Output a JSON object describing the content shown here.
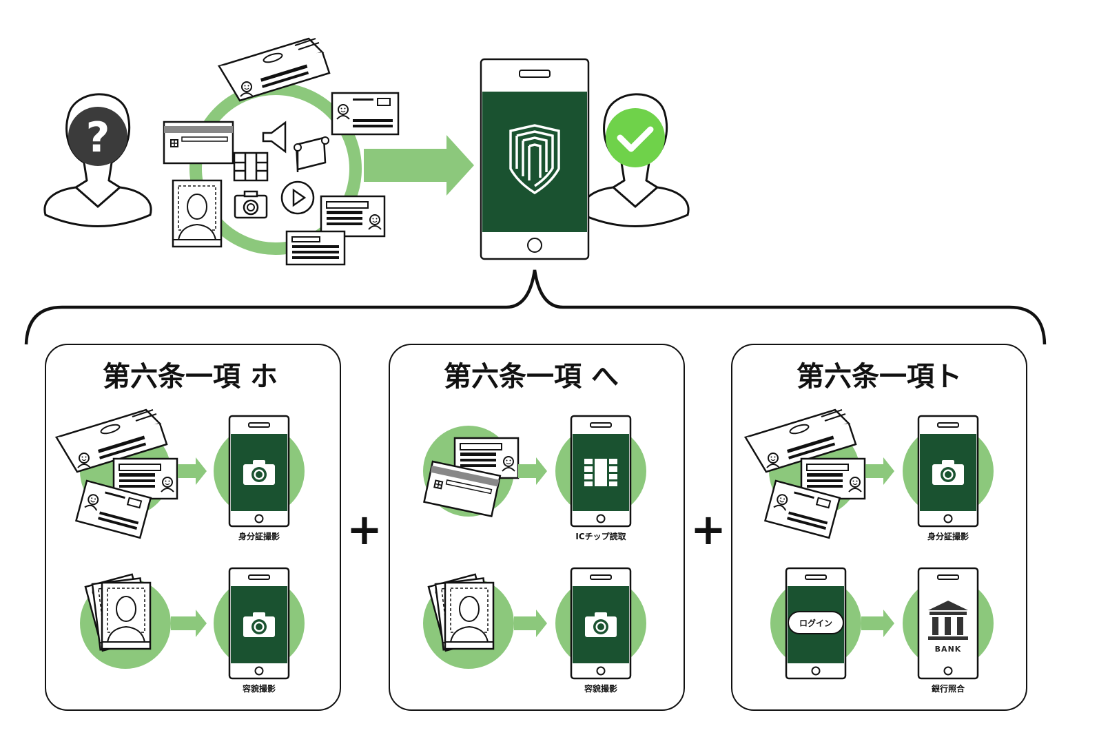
{
  "colors": {
    "dark_green": "#1a5230",
    "light_green": "#8cc87c",
    "check_green": "#6fd24a",
    "question_dark": "#3b3b3b",
    "outline": "#111111"
  },
  "top": {
    "unknown_user_icon": "person-question-icon",
    "verified_user_icon": "person-check-icon",
    "document_icons": [
      "passport-icon",
      "credit-card-icon",
      "id-card-icon",
      "speaker-icon",
      "ic-chip-icon",
      "scroll-icon",
      "photo-id-icon",
      "camera-icon",
      "play-icon",
      "license-card-icon",
      "document-icon"
    ],
    "app_logo_icon": "shield-logo-icon"
  },
  "panels": [
    {
      "title": "第六条一項 ホ",
      "steps": [
        {
          "caption": "身分証撮影",
          "phone_icon": "camera-icon"
        },
        {
          "caption": "容貌撮影",
          "phone_icon": "camera-icon"
        }
      ]
    },
    {
      "title": "第六条一項 へ",
      "steps": [
        {
          "caption": "ICチップ読取",
          "phone_icon": "ic-chip-icon"
        },
        {
          "caption": "容貌撮影",
          "phone_icon": "camera-icon"
        }
      ]
    },
    {
      "title": "第六条一項ト",
      "steps": [
        {
          "caption": "身分証撮影",
          "phone_icon": "camera-icon"
        },
        {
          "caption": "銀行照合",
          "phone_icon": "bank-icon",
          "login_label": "ログイン",
          "bank_label": "BANK"
        }
      ]
    }
  ],
  "plus_signs": [
    "+",
    "+"
  ]
}
